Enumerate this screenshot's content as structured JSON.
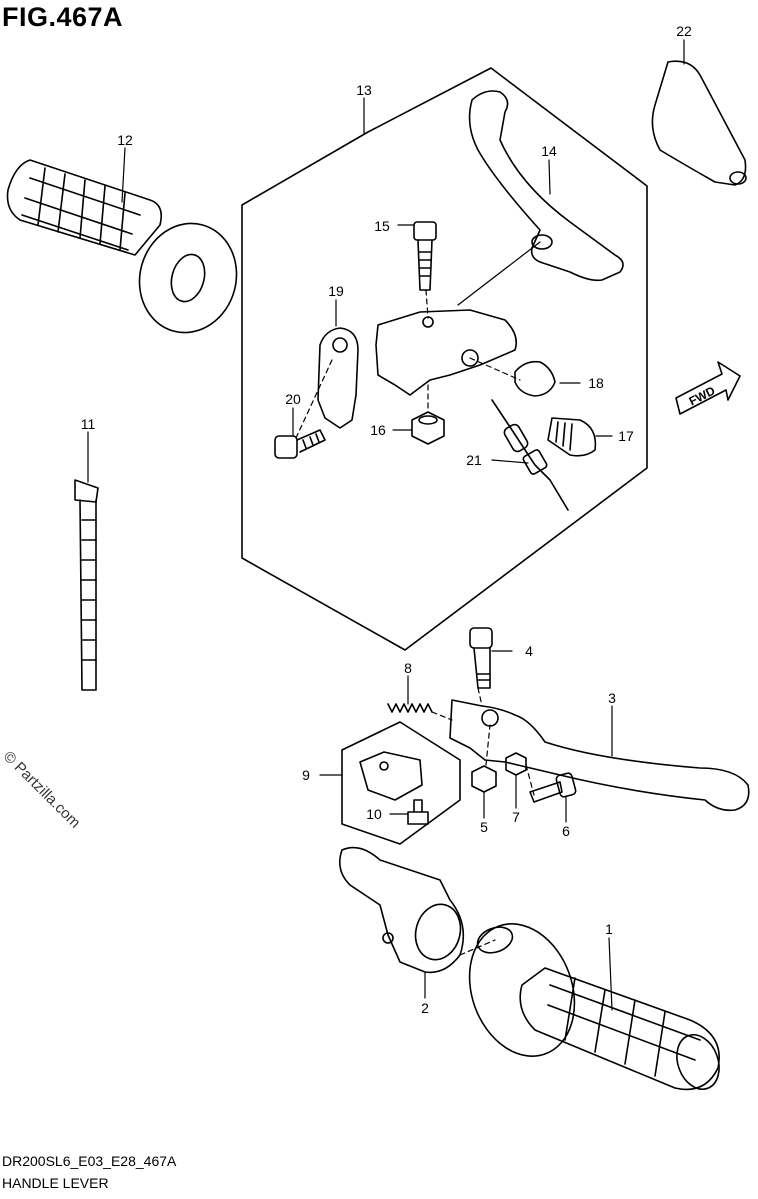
{
  "figure": {
    "title": "FIG.467A",
    "model_code": "DR200SL6_E03_E28_467A",
    "section_name": "HANDLE LEVER",
    "fine_print": "",
    "watermark": "© Partzilla.com",
    "fwd_label": "FWD"
  },
  "callouts": [
    {
      "id": "1",
      "label": "1"
    },
    {
      "id": "2",
      "label": "2"
    },
    {
      "id": "3",
      "label": "3"
    },
    {
      "id": "4",
      "label": "4"
    },
    {
      "id": "5",
      "label": "5"
    },
    {
      "id": "6",
      "label": "6"
    },
    {
      "id": "7",
      "label": "7"
    },
    {
      "id": "8",
      "label": "8"
    },
    {
      "id": "9",
      "label": "9"
    },
    {
      "id": "10",
      "label": "10"
    },
    {
      "id": "11",
      "label": "11"
    },
    {
      "id": "12",
      "label": "12"
    },
    {
      "id": "13",
      "label": "13"
    },
    {
      "id": "14",
      "label": "14"
    },
    {
      "id": "15",
      "label": "15"
    },
    {
      "id": "16",
      "label": "16"
    },
    {
      "id": "17",
      "label": "17"
    },
    {
      "id": "18",
      "label": "18"
    },
    {
      "id": "19",
      "label": "19"
    },
    {
      "id": "20",
      "label": "20"
    },
    {
      "id": "21",
      "label": "21"
    },
    {
      "id": "22",
      "label": "22"
    }
  ]
}
